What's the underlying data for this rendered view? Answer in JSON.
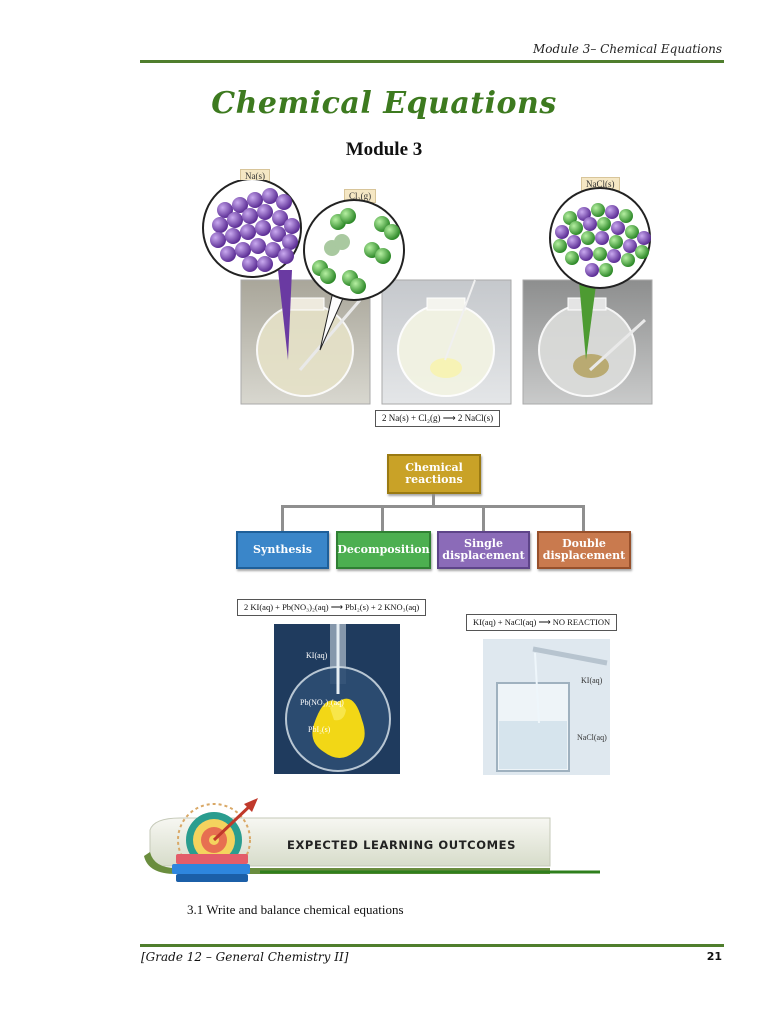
{
  "header": {
    "running_title": "Module 3– Chemical Equations"
  },
  "title": "Chemical Equations",
  "subtitle": "Module 3",
  "figure_top": {
    "labels": {
      "sodium": "Na(s)",
      "chlorine": "Cl₂(g)",
      "product": "NaCl(s)"
    },
    "equation": "2 Na(s) + Cl₂(g) ⟶ 2 NaCl(s)"
  },
  "chart": {
    "root": "Chemical reactions",
    "children": [
      "Synthesis",
      "Decomposition",
      "Single displacement",
      "Double displacement"
    ],
    "colors": {
      "root": "#c9a227",
      "synthesis": "#3a86c9",
      "decomposition": "#4caf50",
      "single": "#8b6bb8",
      "double": "#c97a4e"
    }
  },
  "figure_bottom": {
    "left_equation": "2 KI(aq) + Pb(NO₃)₂(aq) ⟶ PbI₂(s) + 2 KNO₃(aq)",
    "left_labels": [
      "KI(aq)",
      "Pb(NO₃)₂(aq)",
      "PbI₂(s)"
    ],
    "right_equation": "KI(aq) + NaCl(aq) ⟶ NO REACTION",
    "right_labels": [
      "KI(aq)",
      "NaCl(aq)"
    ]
  },
  "outcomes": {
    "banner": "EXPECTED LEARNING OUTCOMES",
    "items": [
      "3.1 Write and balance chemical equations"
    ]
  },
  "footer": {
    "left": "[Grade 12 – General Chemistry II]",
    "page": "21"
  }
}
